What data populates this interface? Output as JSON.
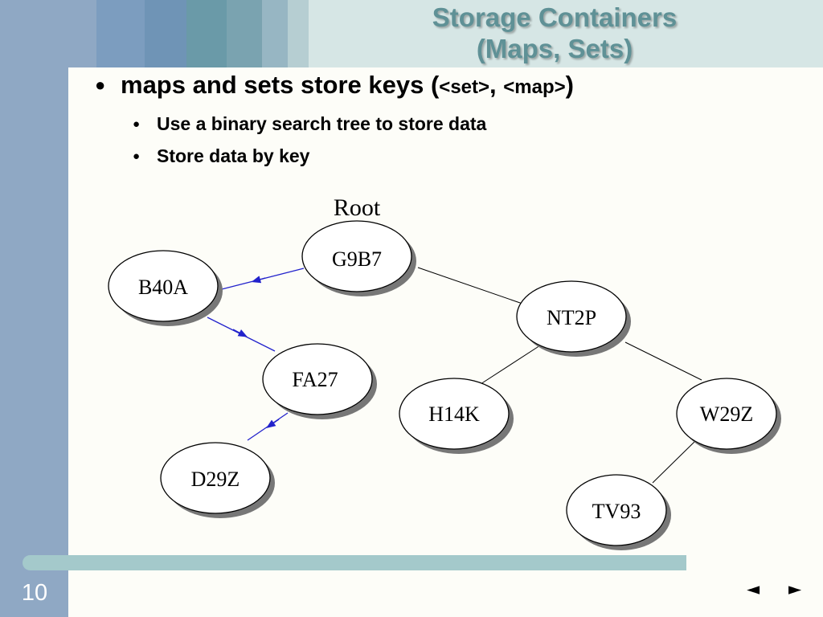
{
  "slide": {
    "title_line1": "Storage Containers",
    "title_line2": "(Maps, Sets)",
    "page_number": "10"
  },
  "bullets": {
    "main_text": "maps and sets store keys (",
    "main_code1": "<set>",
    "main_sep": ", ",
    "main_code2": "<map>",
    "main_close": ")",
    "sub1": "Use a binary search tree to store data",
    "sub2": "Store data by key"
  },
  "diagram": {
    "root_label": "Root",
    "nodes": [
      "G9B7",
      "B40A",
      "NT2P",
      "FA27",
      "H14K",
      "W29Z",
      "D29Z",
      "TV93"
    ],
    "edges": [
      {
        "from": "G9B7",
        "to": "B40A",
        "highlighted": true
      },
      {
        "from": "G9B7",
        "to": "NT2P",
        "highlighted": false
      },
      {
        "from": "B40A",
        "to": "FA27",
        "highlighted": true
      },
      {
        "from": "NT2P",
        "to": "H14K",
        "highlighted": false
      },
      {
        "from": "NT2P",
        "to": "W29Z",
        "highlighted": false
      },
      {
        "from": "FA27",
        "to": "D29Z",
        "highlighted": true
      },
      {
        "from": "W29Z",
        "to": "TV93",
        "highlighted": false
      }
    ],
    "highlight_color": "#2222cc",
    "edge_color": "#000000"
  },
  "nav": {
    "prev_icon": "◄",
    "next_icon": "►"
  },
  "colors": {
    "title": "#5f9196",
    "left_bar": "#8fa8c4",
    "bottom_bar": "#a4c9cb"
  }
}
